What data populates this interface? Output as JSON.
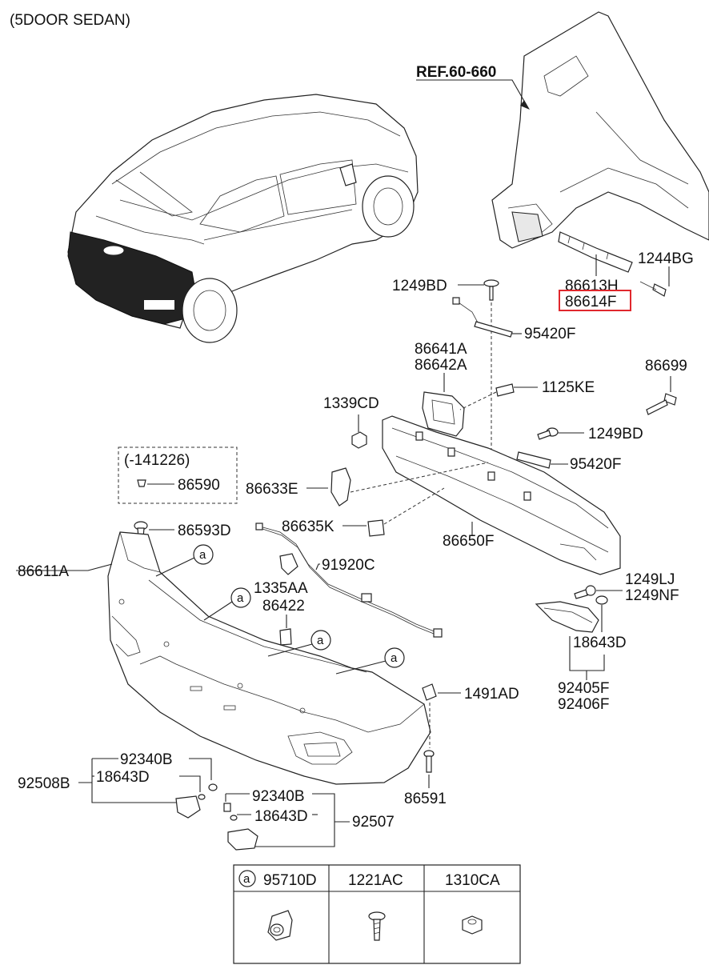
{
  "variant_label": "(5DOOR SEDAN)",
  "reference": "REF.60-660",
  "highlight_color": "#e0282d",
  "labels": {
    "p1244BG": "1244BG",
    "p86613H": "86613H",
    "p86614F": "86614F",
    "p1249BD_top": "1249BD",
    "p95420F_top": "95420F",
    "p86641A": "86641A",
    "p86642A": "86642A",
    "p86699": "86699",
    "p1339CD": "1339CD",
    "p1125KE": "1125KE",
    "p1249BD_mid": "1249BD",
    "p95420F_mid": "95420F",
    "date_range": "(-141226)",
    "p86590": "86590",
    "p86633E": "86633E",
    "p86635K": "86635K",
    "p86650F": "86650F",
    "p86593D": "86593D",
    "p86611A": "86611A",
    "p91920C": "91920C",
    "p1335AA": "1335AA",
    "p86422": "86422",
    "p1249LJ": "1249LJ",
    "p1249NF": "1249NF",
    "p18643D_right": "18643D",
    "p92405F": "92405F",
    "p92406F": "92406F",
    "p1491AD": "1491AD",
    "p86591": "86591",
    "p92340B_left": "92340B",
    "p92508B": "92508B",
    "p18643D_left": "18643D",
    "p92340B_right": "92340B",
    "p18643D_lower": "18643D",
    "p92507": "92507",
    "callout": "a"
  },
  "table": {
    "circle_marker": "a",
    "headers": [
      "95710D",
      "1221AC",
      "1310CA"
    ]
  }
}
